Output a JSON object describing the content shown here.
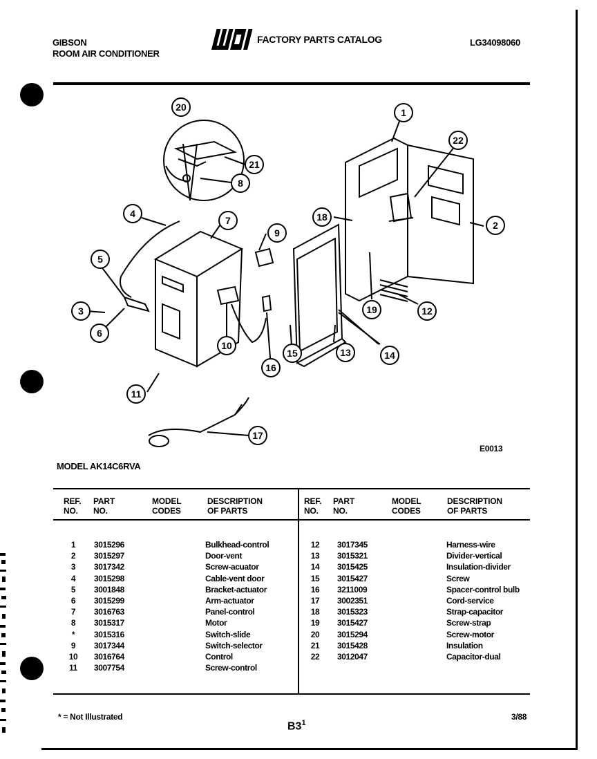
{
  "header": {
    "brand": "GIBSON",
    "product": "ROOM AIR CONDITIONER",
    "logo": "WCI",
    "catalog_title": "FACTORY PARTS CATALOG",
    "catalog_number": "LG34098060"
  },
  "diagram": {
    "code": "E0013",
    "callouts": [
      "1",
      "2",
      "3",
      "4",
      "5",
      "6",
      "7",
      "8",
      "9",
      "10",
      "11",
      "12",
      "13",
      "14",
      "15",
      "16",
      "17",
      "18",
      "19",
      "20",
      "21",
      "22"
    ]
  },
  "model": "MODEL AK14C6RVA",
  "table": {
    "headers": {
      "ref": [
        "REF.",
        "NO."
      ],
      "part": [
        "PART",
        "NO."
      ],
      "codes": [
        "MODEL",
        "CODES"
      ],
      "desc": [
        "DESCRIPTION",
        "OF PARTS"
      ]
    },
    "left": [
      {
        "ref": "1",
        "part": "3015296",
        "desc": "Bulkhead-control"
      },
      {
        "ref": "2",
        "part": "3015297",
        "desc": "Door-vent"
      },
      {
        "ref": "3",
        "part": "3017342",
        "desc": "Screw-acuator"
      },
      {
        "ref": "4",
        "part": "3015298",
        "desc": "Cable-vent door"
      },
      {
        "ref": "5",
        "part": "3001848",
        "desc": "Bracket-actuator"
      },
      {
        "ref": "6",
        "part": "3015299",
        "desc": "Arm-actuator"
      },
      {
        "ref": "7",
        "part": "3016763",
        "desc": "Panel-control"
      },
      {
        "ref": "8",
        "part": "3015317",
        "desc": "Motor"
      },
      {
        "ref": "*",
        "part": "3015316",
        "desc": "Switch-slide"
      },
      {
        "ref": "9",
        "part": "3017344",
        "desc": "Switch-selector"
      },
      {
        "ref": "10",
        "part": "3016764",
        "desc": "Control"
      },
      {
        "ref": "11",
        "part": "3007754",
        "desc": "Screw-control"
      }
    ],
    "right": [
      {
        "ref": "12",
        "part": "3017345",
        "desc": "Harness-wire"
      },
      {
        "ref": "13",
        "part": "3015321",
        "desc": "Divider-vertical"
      },
      {
        "ref": "14",
        "part": "3015425",
        "desc": "Insulation-divider"
      },
      {
        "ref": "15",
        "part": "3015427",
        "desc": "Screw"
      },
      {
        "ref": "16",
        "part": "3211009",
        "desc": "Spacer-control bulb"
      },
      {
        "ref": "17",
        "part": "3002351",
        "desc": "Cord-service"
      },
      {
        "ref": "18",
        "part": "3015323",
        "desc": "Strap-capacitor"
      },
      {
        "ref": "19",
        "part": "3015427",
        "desc": "Screw-strap"
      },
      {
        "ref": "20",
        "part": "3015294",
        "desc": "Screw-motor"
      },
      {
        "ref": "21",
        "part": "3015428",
        "desc": "Insulation"
      },
      {
        "ref": "22",
        "part": "3012047",
        "desc": "Capacitor-dual"
      }
    ]
  },
  "footer": {
    "note": "* = Not Illustrated",
    "page": "B3",
    "page_sup": "1",
    "date": "3/88"
  }
}
